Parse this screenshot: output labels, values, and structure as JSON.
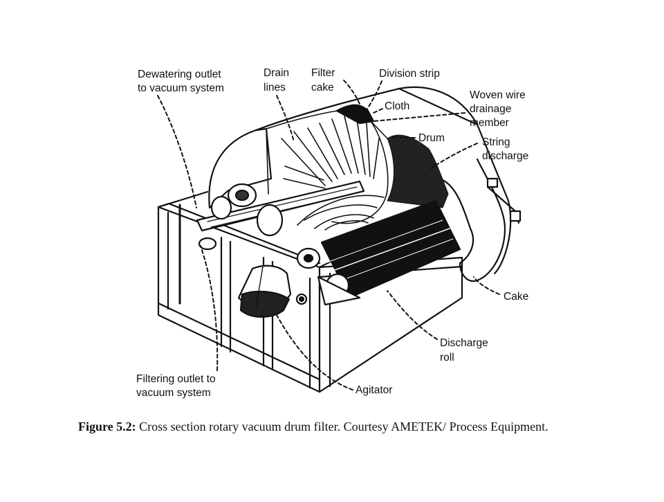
{
  "labels": {
    "dewatering_outlet": [
      "Dewatering outlet",
      "to vacuum system"
    ],
    "drain_lines": [
      "Drain",
      "lines"
    ],
    "filter_cake": [
      "Filter",
      "cake"
    ],
    "division_strip": [
      "Division strip"
    ],
    "cloth": [
      "Cloth"
    ],
    "woven_wire": [
      "Woven wire",
      "drainage",
      "member"
    ],
    "drum": [
      "Drum"
    ],
    "string_discharge": [
      "String",
      "discharge"
    ],
    "cake": [
      "Cake"
    ],
    "discharge_roll": [
      "Discharge",
      "roll"
    ],
    "agitator": [
      "Agitator"
    ],
    "filtering_outlet": [
      "Filtering outlet to",
      "vacuum system"
    ]
  },
  "caption": {
    "figure_label": "Figure 5.2:",
    "text": "Cross section rotary vacuum drum filter. Courtesy AMETEK/ Process Equipment."
  }
}
